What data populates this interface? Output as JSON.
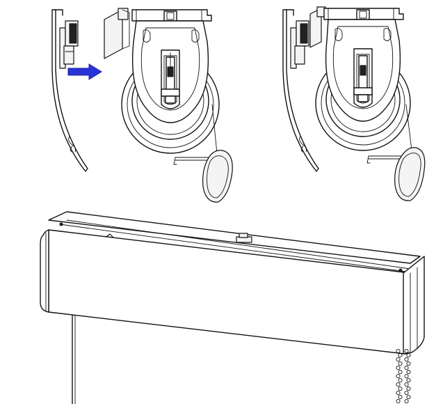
{
  "figure": {
    "panels": [
      "bracket-before",
      "bracket-after",
      "blind-assembly"
    ],
    "arrow_color": "#2a33d8",
    "line_color": "#111111",
    "background": "#ffffff",
    "icons": [
      "install-arrow-icon",
      "chain-hook-icon"
    ]
  }
}
